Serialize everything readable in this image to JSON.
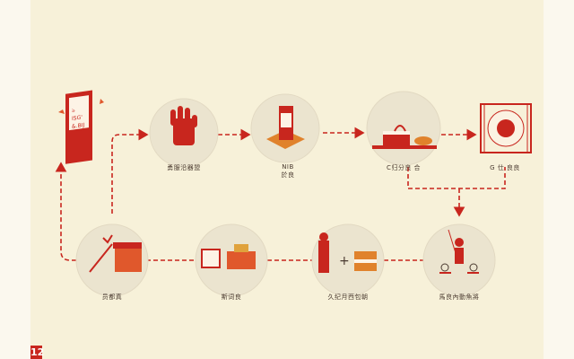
{
  "colors": {
    "accent": "#c8261e",
    "orange": "#e0582c",
    "paper": "#f7f1d9",
    "circle": "#ece5d2"
  },
  "card": {
    "lines": [
      "ঌ",
      "ISG'",
      "&.BIJ"
    ]
  },
  "nodes": {
    "top": [
      {
        "label": "勇服沿器盟",
        "icon": "glove-icon"
      },
      {
        "label": "NIB\n於良",
        "icon": "stamp-tower-icon"
      },
      {
        "label": "C归分良 合",
        "icon": "cake-tray-icon"
      },
      {
        "label": "G 仕 良良",
        "icon": "flower-frame-icon"
      }
    ],
    "bottom": [
      {
        "label": "员都真",
        "icon": "gift-box-icon"
      },
      {
        "label": "斯词良",
        "icon": "calendar-box-icon"
      },
      {
        "label": "久纪月西包朝",
        "icon": "person-plus-cake-icon"
      },
      {
        "label": "馬良內動魚將",
        "icon": "child-scale-icon"
      }
    ]
  },
  "page_number": "12"
}
